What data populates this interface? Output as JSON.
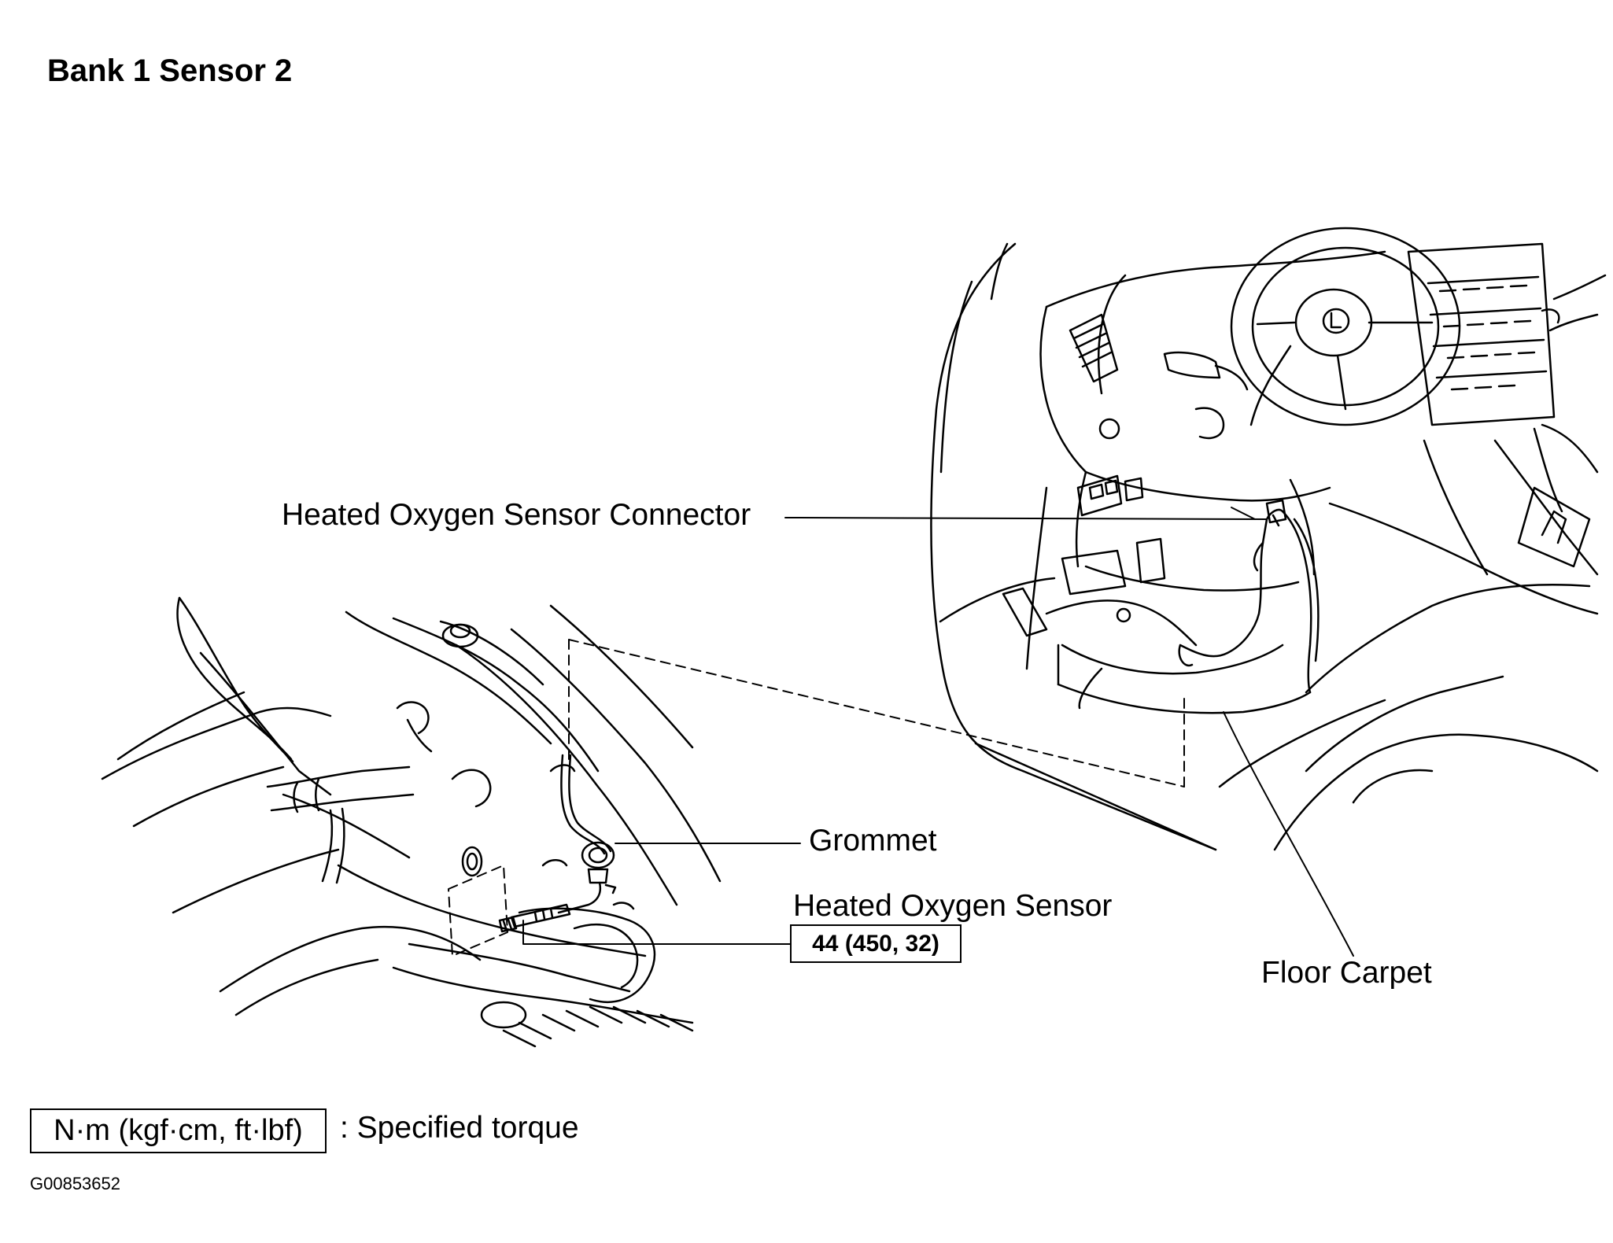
{
  "title": "Bank 1 Sensor 2",
  "callouts": {
    "connector": "Heated Oxygen Sensor Connector",
    "grommet": "Grommet",
    "sensor": "Heated Oxygen Sensor",
    "carpet": "Floor Carpet"
  },
  "torque_value": "44 (450, 32)",
  "legend": {
    "unit": "N·m (kgf·cm, ft·lbf)",
    "description": ": Specified torque"
  },
  "figure_id": "G00853652",
  "colors": {
    "line": "#000000",
    "background": "#ffffff"
  }
}
